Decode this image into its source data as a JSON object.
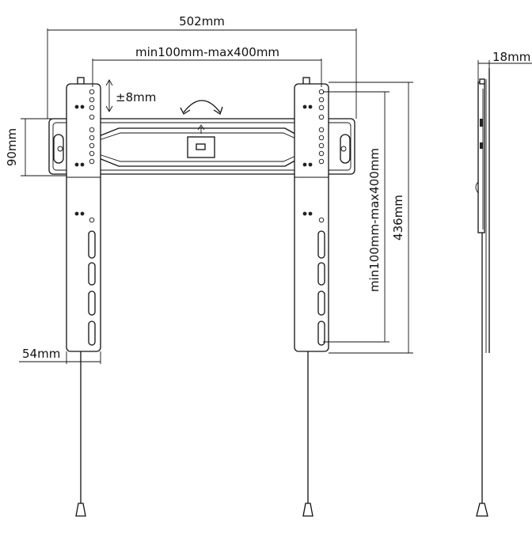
{
  "dimensions": {
    "total_width": "502mm",
    "vesa_horizontal": "min100mm-max400mm",
    "vertical_adjust": "±8mm",
    "plate_height": "90mm",
    "arm_width": "54mm",
    "vesa_vertical": "min100mm-max400mm",
    "arm_length": "436mm",
    "profile_depth": "18mm"
  }
}
